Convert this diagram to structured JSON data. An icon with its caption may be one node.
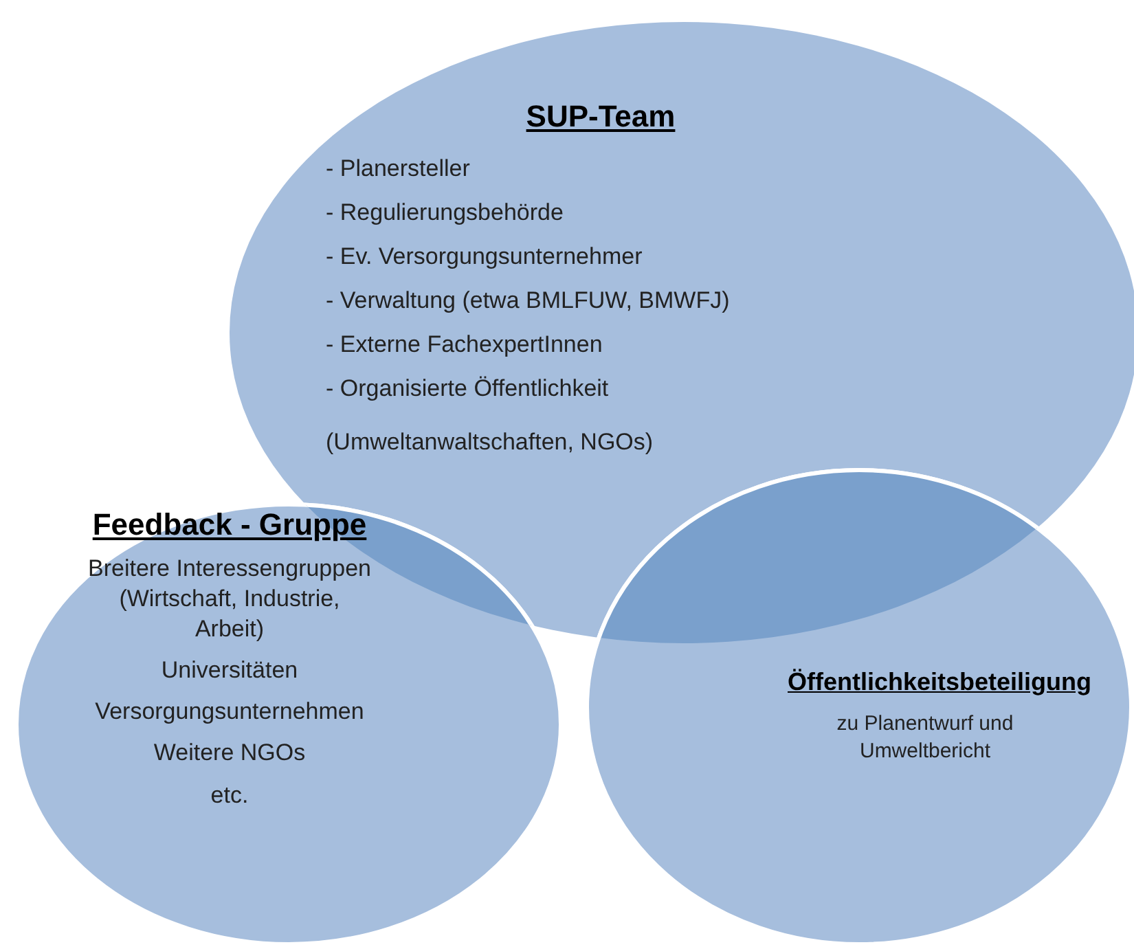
{
  "diagram": {
    "nodes": [
      {
        "text": [
          "SUP-Team",
          "- Planersteller",
          "- Regulierungsbehörde",
          "- Ev. Versorgungsunternehmer",
          "- Verwaltung (etwa BMLFUW, BMWFJ)",
          "- Externe FachexpertInnen",
          "- Organisierte Öffentlichkeit",
          "(Umweltanwaltschaften, NGOs)"
        ]
      },
      {
        "text": [
          "Feedback - Gruppe",
          "Breitere Interessengruppen (Wirtschaft, Industrie, Arbeit)",
          "Universitäten",
          "Versorgungsunternehmen",
          "Weitere NGOs",
          "etc."
        ]
      },
      {
        "text": [
          "Öffentlichkeitsbeteiligung",
          "zu Planentwurf und Umweltbericht"
        ]
      }
    ]
  }
}
